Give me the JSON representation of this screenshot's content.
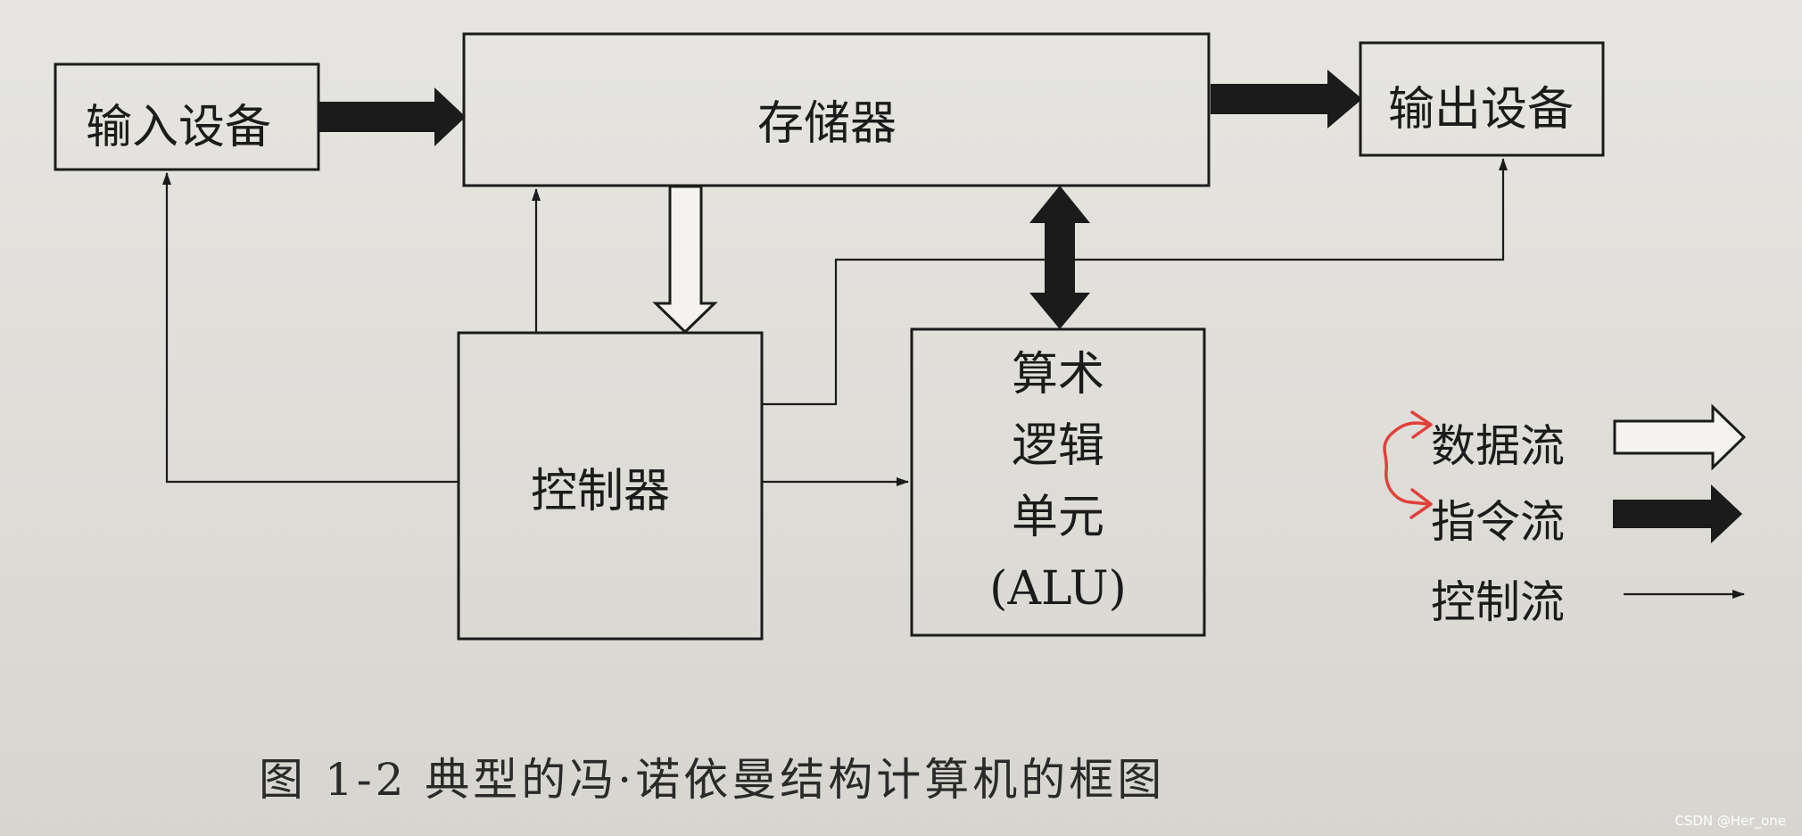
{
  "diagram": {
    "nodes": {
      "input_device": "输入设备",
      "memory": "存储器",
      "output_device": "输出设备",
      "controller": "控制器",
      "alu": [
        "算术",
        "逻辑",
        "单元",
        "(ALU)"
      ]
    },
    "legend": {
      "data_flow": "数据流",
      "instruction_flow": "指令流",
      "control_flow": "控制流"
    },
    "caption": "图 1-2  典型的冯·诺依曼结构计算机的框图",
    "credit": "CSDN @Her_one",
    "colors": {
      "ink": "#1b1b1b",
      "paper": "#e2e1dc",
      "annotation": "#e2403a"
    }
  }
}
